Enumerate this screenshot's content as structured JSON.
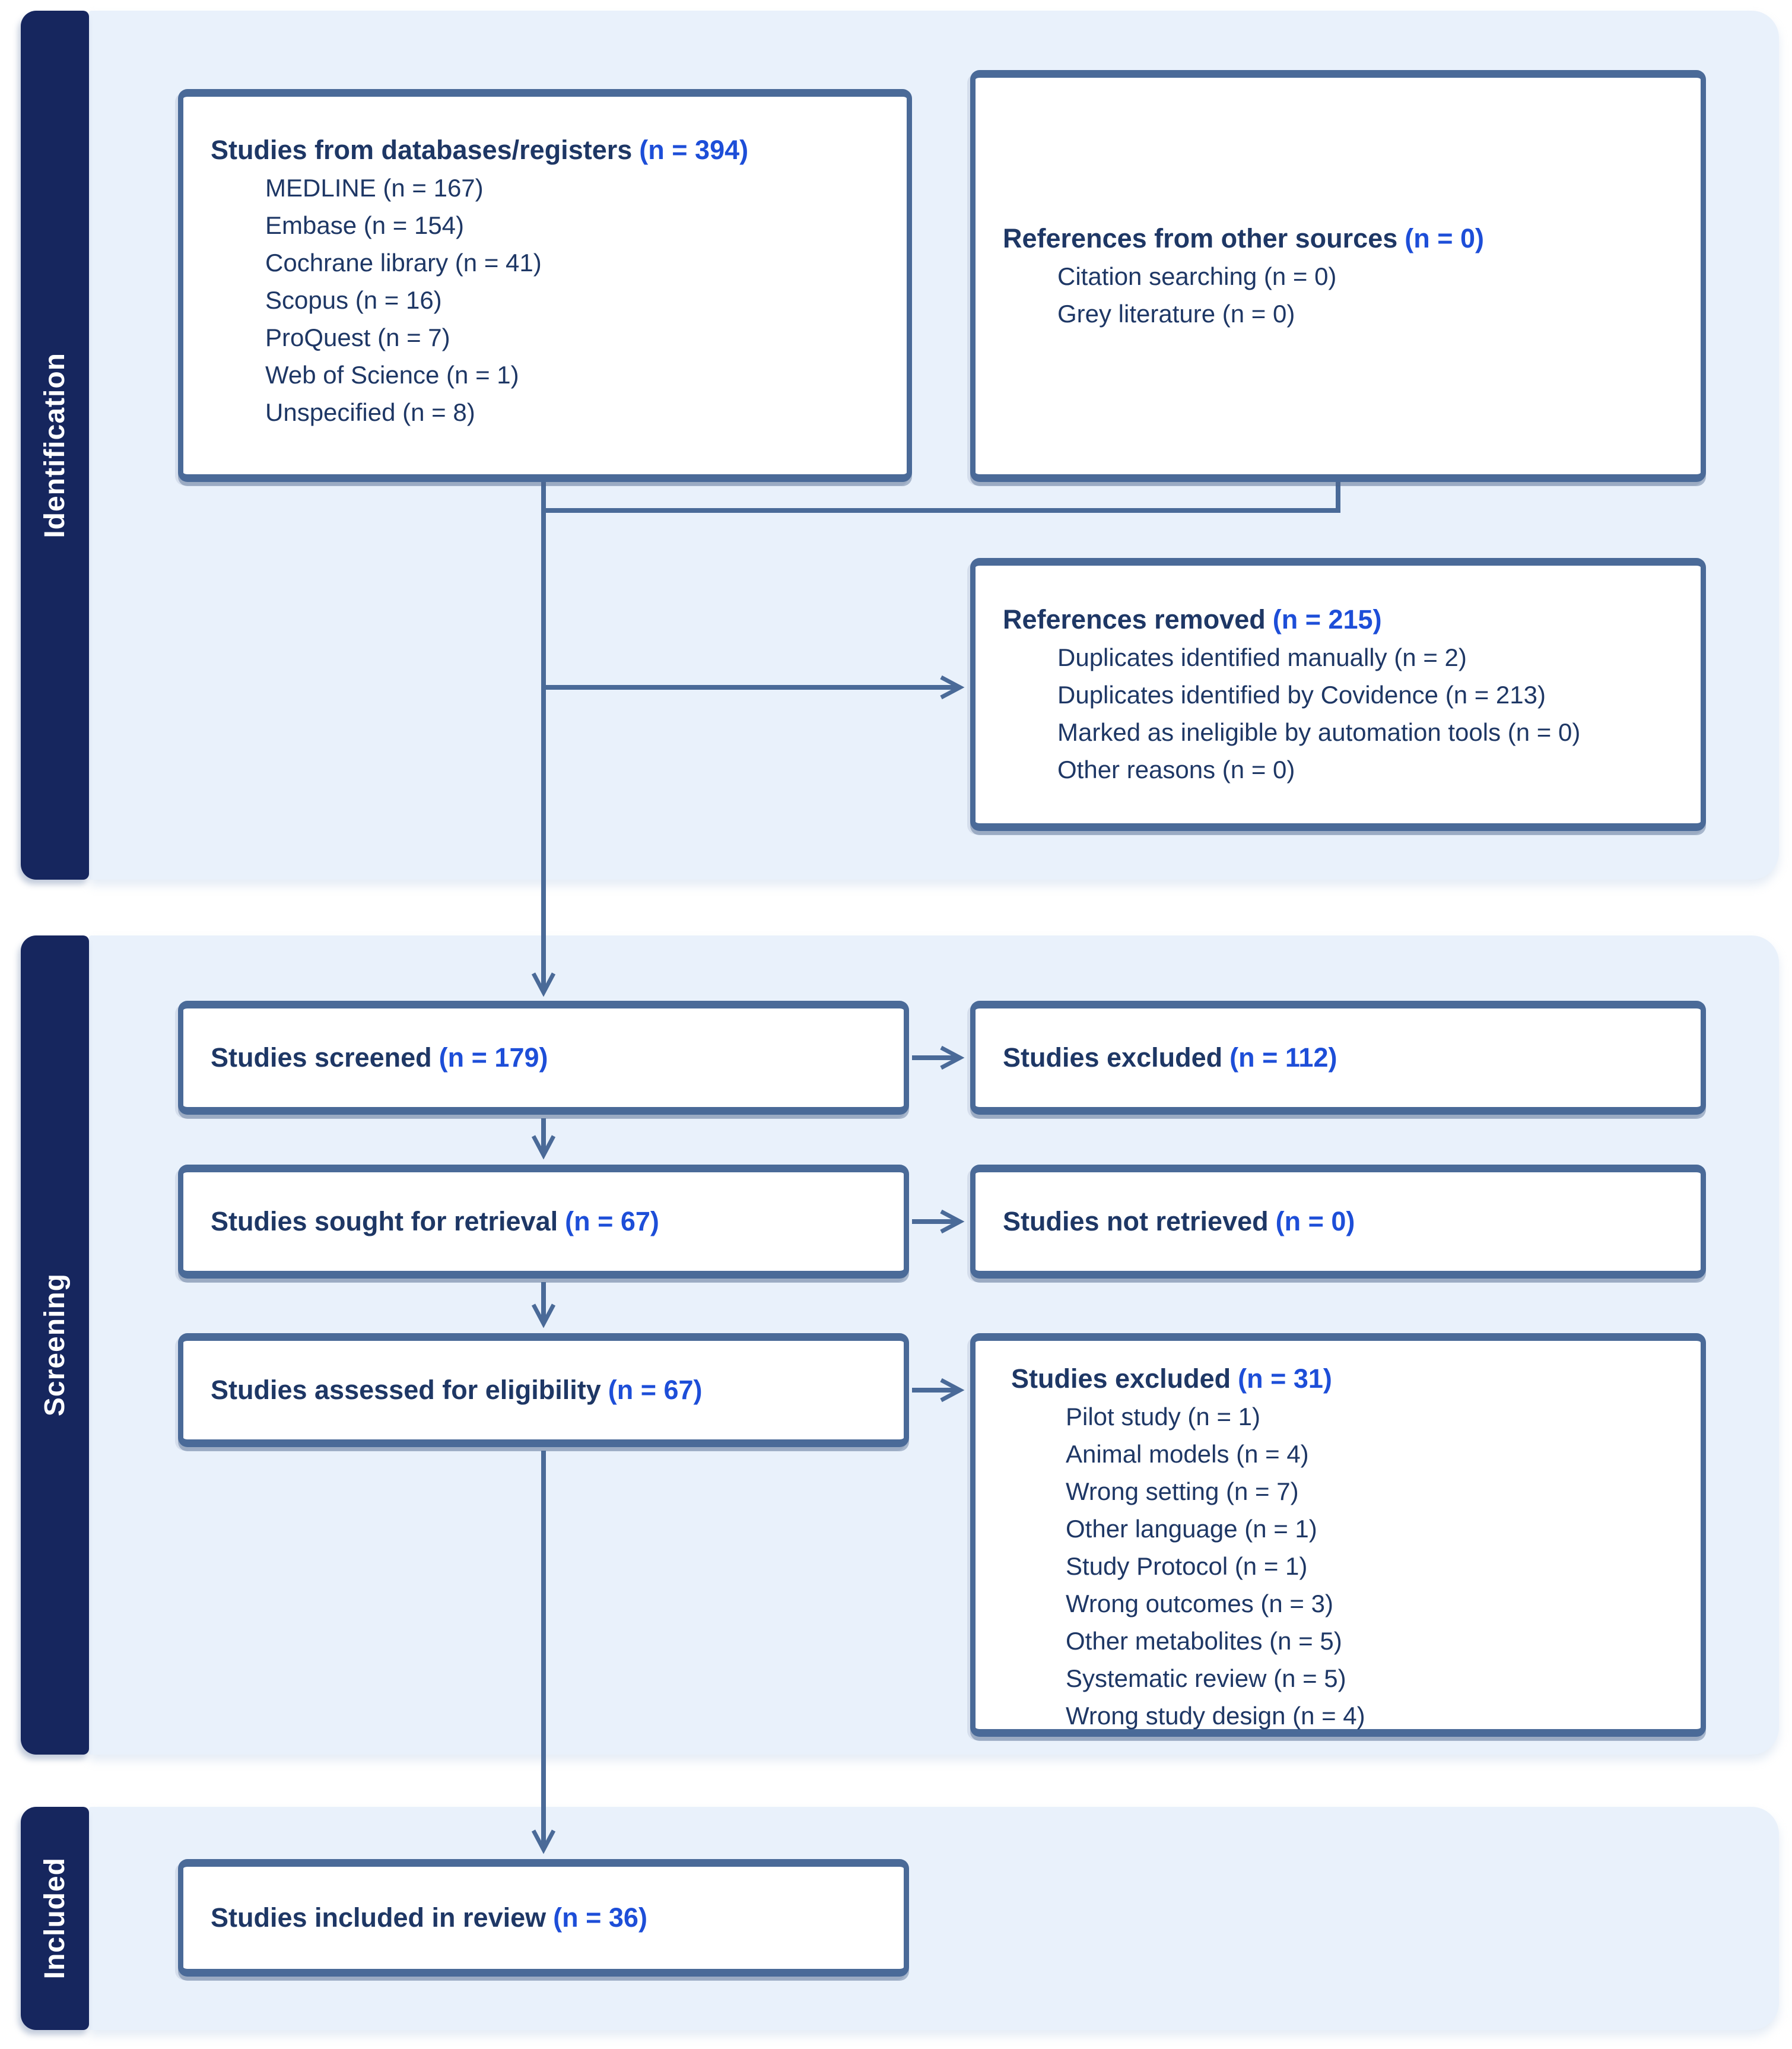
{
  "sections": {
    "identification": "Identification",
    "screening": "Screening",
    "included": "Included"
  },
  "boxes": {
    "databases": {
      "title": "Studies from databases/registers",
      "n": "(n = 394)",
      "items": [
        "MEDLINE (n = 167)",
        "Embase (n = 154)",
        "Cochrane library (n = 41)",
        "Scopus (n = 16)",
        "ProQuest (n = 7)",
        "Web of Science (n = 1)",
        "Unspecified (n = 8)"
      ]
    },
    "other_sources": {
      "title": "References from other sources",
      "n": "(n = 0)",
      "items": [
        "Citation searching (n = 0)",
        "Grey literature (n = 0)"
      ]
    },
    "references_removed": {
      "title": "References removed",
      "n": "(n = 215)",
      "items": [
        "Duplicates identified manually (n = 2)",
        "Duplicates identified by Covidence (n = 213)",
        "Marked as ineligible by automation tools (n = 0)",
        "Other reasons (n = 0)"
      ]
    },
    "screened": {
      "title": "Studies screened",
      "n": "(n = 179)"
    },
    "excluded_screening": {
      "title": "Studies excluded",
      "n": "(n = 112)"
    },
    "sought": {
      "title": "Studies sought for retrieval",
      "n": "(n = 67)"
    },
    "not_retrieved": {
      "title": "Studies not retrieved",
      "n": "(n = 0)"
    },
    "assessed": {
      "title": "Studies assessed for eligibility",
      "n": "(n = 67)"
    },
    "excluded_eligibility": {
      "title": "Studies excluded",
      "n": "(n = 31)",
      "items": [
        "Pilot study (n = 1)",
        "Animal models (n = 4)",
        "Wrong setting (n = 7)",
        "Other language (n = 1)",
        "Study Protocol (n = 1)",
        "Wrong outcomes (n = 3)",
        "Other metabolites (n = 5)",
        "Systematic review (n = 5)",
        "Wrong study design (n = 4)"
      ]
    },
    "included": {
      "title": "Studies included in review",
      "n": "(n = 36)"
    }
  },
  "colors": {
    "accent_blue": "#1d4ed8",
    "navy_text": "#1e3765",
    "sidebar_navy": "#16265e",
    "panel_blue": "#e9f1fb",
    "connector_steel": "#4a6a98"
  }
}
